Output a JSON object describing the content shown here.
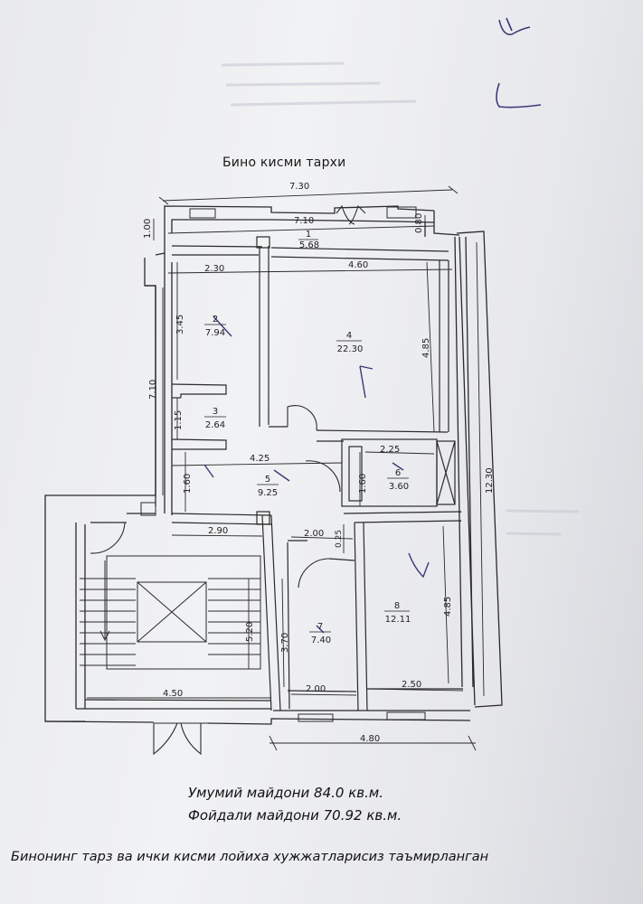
{
  "plan": {
    "title": "Бино кисми тархи",
    "dimensions": {
      "d_top_total": "7.30",
      "d_top_inner": "7.10",
      "d_top_left": "1.00",
      "d_top_right": "0.80",
      "d_r2_w": "2.30",
      "d_r4_w": "4.60",
      "d_r2_h": "3.45",
      "d_r4_h": "4.85",
      "d_left_total": "7.10",
      "d_r3_h": "1.15",
      "d_corr_w": "4.25",
      "d_corr_h": "1.60",
      "d_r6_w": "2.25",
      "d_r6_h": "1.60",
      "d_right_total": "12.30",
      "d_stair_top": "2.90",
      "d_r7_top": "2.00",
      "d_small": "0.25",
      "d_stair_h": "5.20",
      "d_r7_h": "3.70",
      "d_r8_h": "4.85",
      "d_stair_w": "4.50",
      "d_r7_w": "2.00",
      "d_r8_w": "2.50",
      "d_bottom_total": "4.80"
    },
    "rooms": [
      {
        "number": "1",
        "area": "5.68"
      },
      {
        "number": "2",
        "area": "7.94"
      },
      {
        "number": "3",
        "area": "2.64"
      },
      {
        "number": "4",
        "area": "22.30"
      },
      {
        "number": "5",
        "area": "9.25"
      },
      {
        "number": "6",
        "area": "3.60"
      },
      {
        "number": "7",
        "area": "7.40"
      },
      {
        "number": "8",
        "area": "12.11"
      }
    ]
  },
  "summary": {
    "total_area": "Умумий майдони 84.0 кв.м.",
    "useful_area": "Фойдали майдони 70.92 кв.м."
  },
  "footer_note": "Бинонинг тарз ва ички кисми лойиха хужжатларисиз таъмирланган",
  "colors": {
    "ink": "#222222",
    "paper": "#eeeff2",
    "pen": "#3a3a78"
  }
}
